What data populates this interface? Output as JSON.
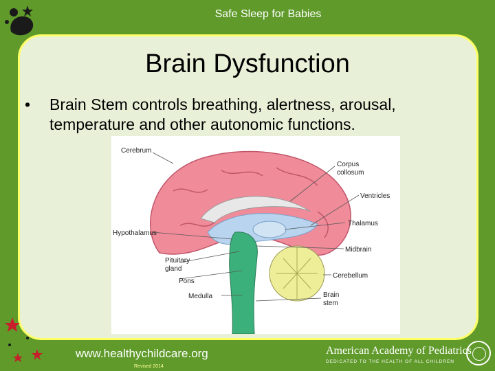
{
  "header": {
    "title": "Safe Sleep for Babies"
  },
  "slide": {
    "title": "Brain Dysfunction",
    "bullet": "Brain Stem controls breathing, alertness, arousal, temperature and other autonomic functions."
  },
  "diagram": {
    "labels": {
      "cerebrum": "Cerebrum",
      "corpus1": "Corpus",
      "corpus2": "collosum",
      "ventricles": "Ventricles",
      "thalamus": "Thalamus",
      "hypothalamus": "Hypothalamus",
      "midbrain": "Midbrain",
      "pituitary1": "Pituitary",
      "pituitary2": "gland",
      "pons": "Pons",
      "cerebellum": "Cerebellum",
      "medulla": "Medulla",
      "brainstem1": "Brain",
      "brainstem2": "stem"
    },
    "colors": {
      "cerebrum": "#f08c9a",
      "stem": "#3cb07a",
      "cerebellum": "#eeee99",
      "ventricle": "#b8d4ee"
    }
  },
  "footer": {
    "url": "www.healthychildcare.org",
    "revised": "Revised 2014",
    "org_name": "American Academy of Pediatrics",
    "org_tagline": "DEDICATED TO THE HEALTH OF ALL CHILDREN"
  },
  "colors": {
    "background": "#5f9a2a",
    "panel": "#e8f0d8",
    "panel_border": "#ffff66"
  }
}
